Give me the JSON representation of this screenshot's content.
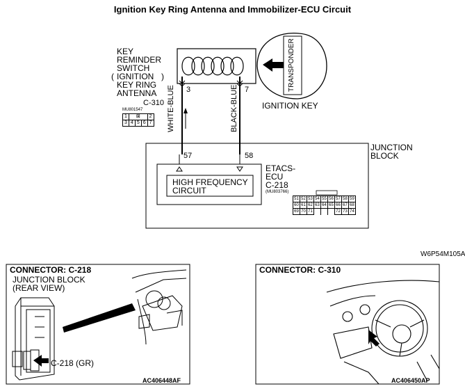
{
  "title": "Ignition Key Ring Antenna and Immobilizer-ECU Circuit",
  "key_reminder_switch": {
    "lines": [
      "KEY",
      "REMINDER",
      "SWITCH",
      "IGNITION",
      "KEY RING",
      "ANTENNA"
    ],
    "connector": "C-310",
    "part_no": "MU801547",
    "pins_top": [
      "1",
      "",
      "2"
    ],
    "pins_bottom": [
      "3",
      "4",
      "5",
      "6",
      "7"
    ]
  },
  "ignition_key": {
    "transponder": "TRANSPONDER",
    "label": "IGNITION KEY"
  },
  "wires": [
    {
      "name": "WHITE-BLUE",
      "pin_top": "3",
      "pin_bottom": "57"
    },
    {
      "name": "BLACK-BLUE",
      "pin_top": "7",
      "pin_bottom": "58"
    }
  ],
  "junction_block": {
    "label_line1": "JUNCTION",
    "label_line2": "BLOCK"
  },
  "etacs_ecu": {
    "line1": "ETACS-",
    "line2": "ECU",
    "connector": "C-218",
    "part_no": "(MU803766)",
    "circuit_line1": "HIGH FREQUENCY",
    "circuit_line2": "CIRCUIT",
    "pins_row1": [
      "51",
      "52",
      "53",
      "54",
      "55",
      "56",
      "57",
      "58",
      "59"
    ],
    "pins_row2": [
      "60",
      "61",
      "62",
      "63",
      "64",
      "65",
      "66",
      "67",
      "68"
    ],
    "pins_row3": [
      "69",
      "70",
      "71",
      "",
      "",
      "",
      "72",
      "73",
      "74"
    ]
  },
  "diagram_code": "W6P54M105A",
  "panel_left": {
    "header": "CONNECTOR: C-218",
    "sub1": "JUNCTION BLOCK",
    "sub2": "(REAR VIEW)",
    "callout": "C-218 (GR)",
    "code": "AC406448AF"
  },
  "panel_right": {
    "header": "CONNECTOR: C-310",
    "code": "AC406450AP"
  }
}
